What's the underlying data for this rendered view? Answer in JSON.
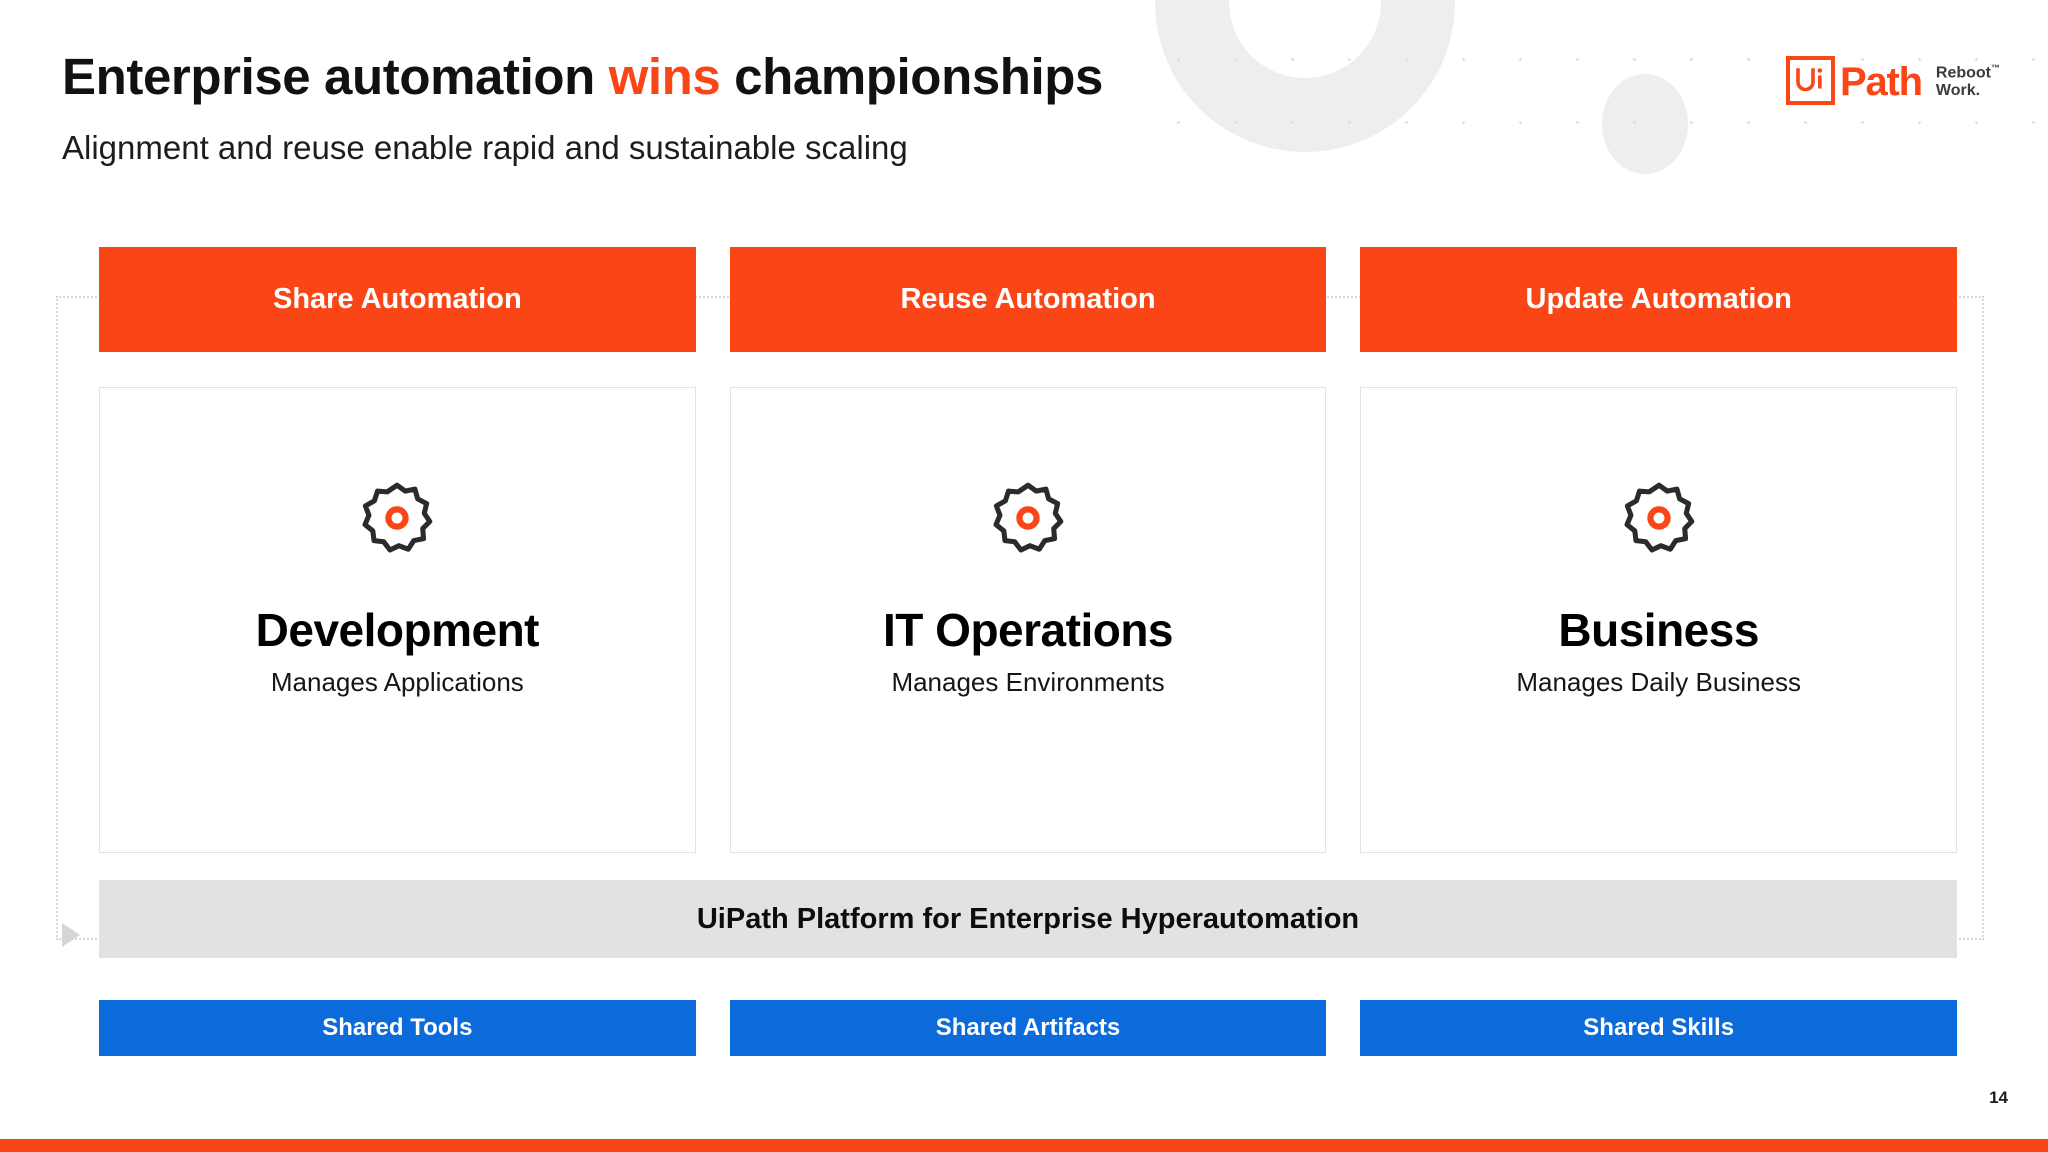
{
  "slide": {
    "page_number": "14",
    "accent_orange": "#FA4616",
    "accent_blue": "#0C6BDA",
    "platform_gray": "#E2E2E2"
  },
  "header": {
    "title_part1": "Enterprise automation ",
    "title_accent": "wins",
    "title_part2": " championships",
    "subtitle": "Alignment and reuse enable rapid and sustainable scaling"
  },
  "logo": {
    "mark_text": "Ui",
    "word": "Path",
    "tagline_line1": "Reboot",
    "tagline_tm": "™",
    "tagline_line2": "Work."
  },
  "columns": [
    {
      "header": "Share Automation",
      "icon": "gear-icon",
      "title": "Development",
      "subtitle": "Manages Applications",
      "shared_bar": "Shared Tools"
    },
    {
      "header": "Reuse Automation",
      "icon": "gear-icon",
      "title": "IT Operations",
      "subtitle": "Manages Environments",
      "shared_bar": "Shared Artifacts"
    },
    {
      "header": "Update Automation",
      "icon": "gear-icon",
      "title": "Business",
      "subtitle": "Manages Daily Business",
      "shared_bar": "Shared Skills"
    }
  ],
  "platform": {
    "label": "UiPath Platform for Enterprise Hyperautomation"
  }
}
